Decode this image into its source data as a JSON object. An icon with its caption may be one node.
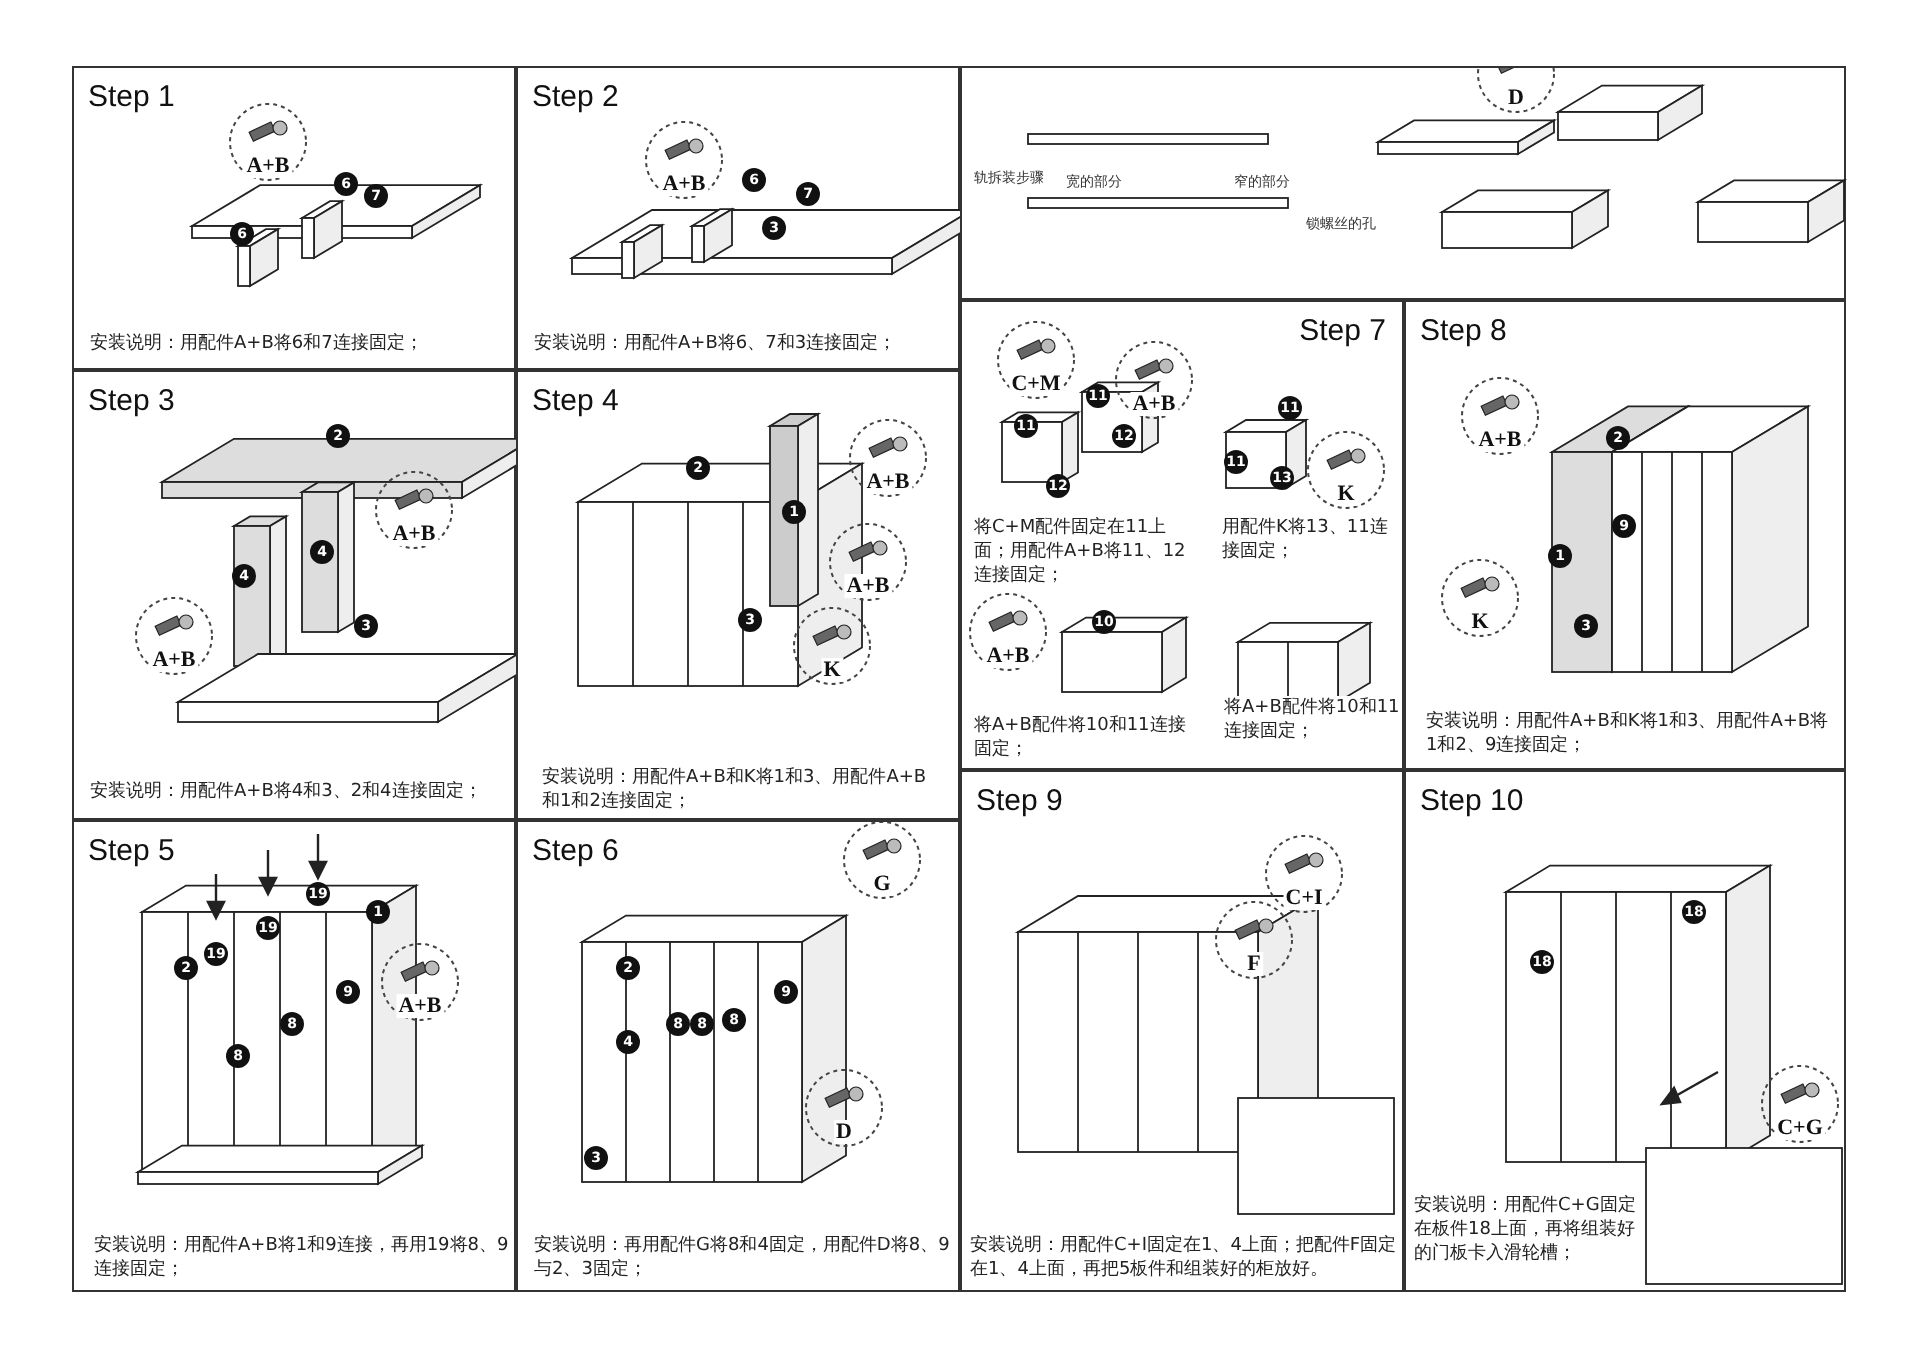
{
  "diagram": {
    "nodes": [
      {
        "text": [
          "Step 1",
          "安装说明：用配件A+B将6和7连接固定；"
        ]
      },
      {
        "text": [
          "Step 2",
          "安装说明：用配件A+B将6、7和3连接固定；"
        ]
      },
      {
        "text": [],
        "shape": "picture"
      },
      {
        "text": [
          "Step 3",
          "安装说明：用配件A+B将4和3、2和4连接固定；"
        ]
      },
      {
        "text": [
          "Step 4",
          "安装说明：用配件A+B和K将1和3、用配件A+B和1和2连接固定；"
        ]
      },
      {
        "text": [
          "Step 7",
          "将C+M配件固定在11上面；用配件A+B将11、12连接固定；",
          "用配件K将13、11连接固定；",
          "将A+B配件将10和11连接固定；",
          "将A+B配件将10和11连接固定；"
        ]
      },
      {
        "text": [
          "Step 8",
          "安装说明：用配件A+B和K将1和3、用配件A+B将1和2、9连接固定；"
        ]
      },
      {
        "text": [
          "Step 5",
          "安装说明：用配件A+B将1和9连接，再用19将8、9连接固定；"
        ]
      },
      {
        "text": [
          "Step 6",
          "安装说明：再用配件G将8和4固定，用配件D将8、9与2、3固定；"
        ]
      },
      {
        "text": [
          "Step 9",
          "安装说明：用配件C+I固定在1、4上面；把配件F固定在1、4上面，再把5板件和组装好的柜放好。"
        ]
      },
      {
        "text": [
          "Step 10",
          "安装说明：用配件C+G固定在板件18上面，再将组装好的门板卡入滑轮槽；"
        ]
      }
    ],
    "labels": [
      "A+B",
      "6",
      "7",
      "6",
      "A+B",
      "6",
      "7",
      "3",
      "D",
      "轨拆装步骤",
      "宽的部分",
      "窄的部分",
      "锁螺丝的孔",
      "2",
      "A+B",
      "4",
      "4",
      "A+B",
      "3",
      "2",
      "A+B",
      "1",
      "A+B",
      "3",
      "K",
      "C+M",
      "A+B",
      "11",
      "11",
      "12",
      "12",
      "11",
      "11",
      "13",
      "K",
      "A+B",
      "10",
      "A+B",
      "2",
      "9",
      "1",
      "K",
      "3",
      "2",
      "19",
      "19",
      "19",
      "1",
      "A+B",
      "9",
      "8",
      "8",
      "G",
      "2",
      "9",
      "8",
      "8",
      "8",
      "4",
      "3",
      "D",
      "C+I",
      "F",
      "18",
      "18",
      "C+G"
    ]
  }
}
